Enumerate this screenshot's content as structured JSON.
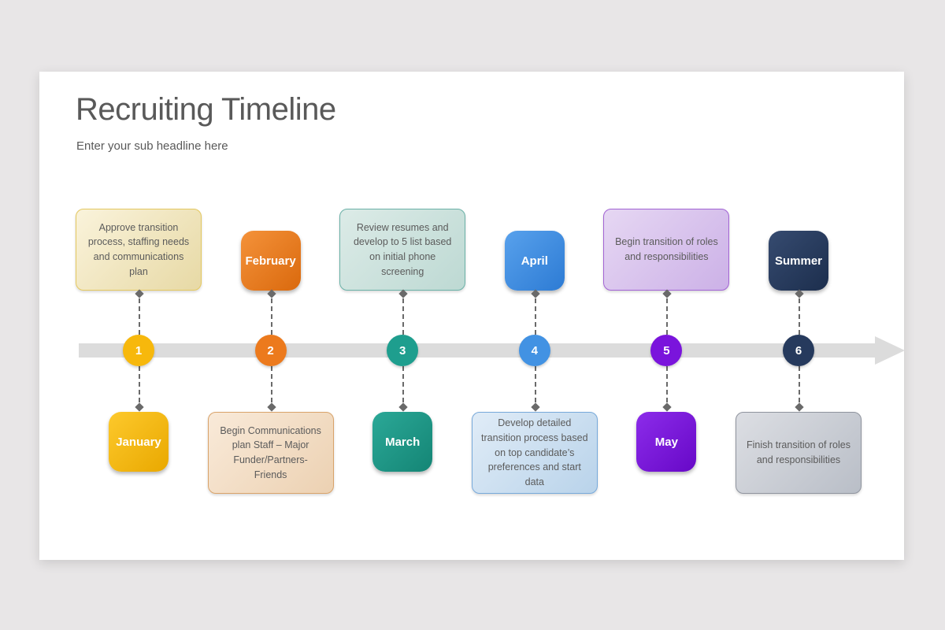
{
  "slide": {
    "title": "Recruiting Timeline",
    "subtitle": "Enter your sub headline here"
  },
  "timeline": {
    "bar_color": "#dcdcdc",
    "connector_color": "#6a6a6a",
    "items": [
      {
        "number": "1",
        "month": "January",
        "month_position": "bottom",
        "description": "Approve transition process, staffing needs and communications plan",
        "colors": {
          "circle": "#f7b80c",
          "month_bg_light": "#fdc92c",
          "month_bg_dark": "#e9a800",
          "desc_bg_light": "#faf3db",
          "desc_bg_dark": "#e7d9a5",
          "desc_border": "#e4c85f"
        }
      },
      {
        "number": "2",
        "month": "February",
        "month_position": "top",
        "description": "Begin Communications plan Staff – Major Funder/Partners- Friends",
        "colors": {
          "circle": "#ec7a1d",
          "month_bg_light": "#f4923a",
          "month_bg_dark": "#da690d",
          "desc_bg_light": "#f9ead9",
          "desc_bg_dark": "#ecd1b2",
          "desc_border": "#d9a36a"
        }
      },
      {
        "number": "3",
        "month": "March",
        "month_position": "bottom",
        "description": "Review resumes and develop to 5 list based on initial phone screening",
        "colors": {
          "circle": "#1e9e8e",
          "month_bg_light": "#2ba897",
          "month_bg_dark": "#148575",
          "desc_bg_light": "#dcebe7",
          "desc_bg_dark": "#bdd9d3",
          "desc_border": "#6ab1a7"
        }
      },
      {
        "number": "4",
        "month": "April",
        "month_position": "top",
        "description": "Develop detailed transition process based on top candidate’s preferences and start data",
        "colors": {
          "circle": "#4292e3",
          "month_bg_light": "#58a1ec",
          "month_bg_dark": "#2d7bd4",
          "desc_bg_light": "#e0ecf7",
          "desc_bg_dark": "#b9d3ea",
          "desc_border": "#77a9da"
        }
      },
      {
        "number": "5",
        "month": "May",
        "month_position": "bottom",
        "description": "Begin transition of roles and responsibilities",
        "colors": {
          "circle": "#7a14dc",
          "month_bg_light": "#8c2cea",
          "month_bg_dark": "#6708c7",
          "desc_bg_light": "#e6d7f3",
          "desc_bg_dark": "#ccb1e7",
          "desc_border": "#a264d4"
        }
      },
      {
        "number": "6",
        "month": "Summer",
        "month_position": "top",
        "description": "Finish transition of roles and responsibilities",
        "colors": {
          "circle": "#263a5d",
          "month_bg_light": "#364b70",
          "month_bg_dark": "#1c2e4d",
          "desc_bg_light": "#dcdee3",
          "desc_bg_dark": "#b9bec7",
          "desc_border": "#8f949e"
        }
      }
    ]
  }
}
